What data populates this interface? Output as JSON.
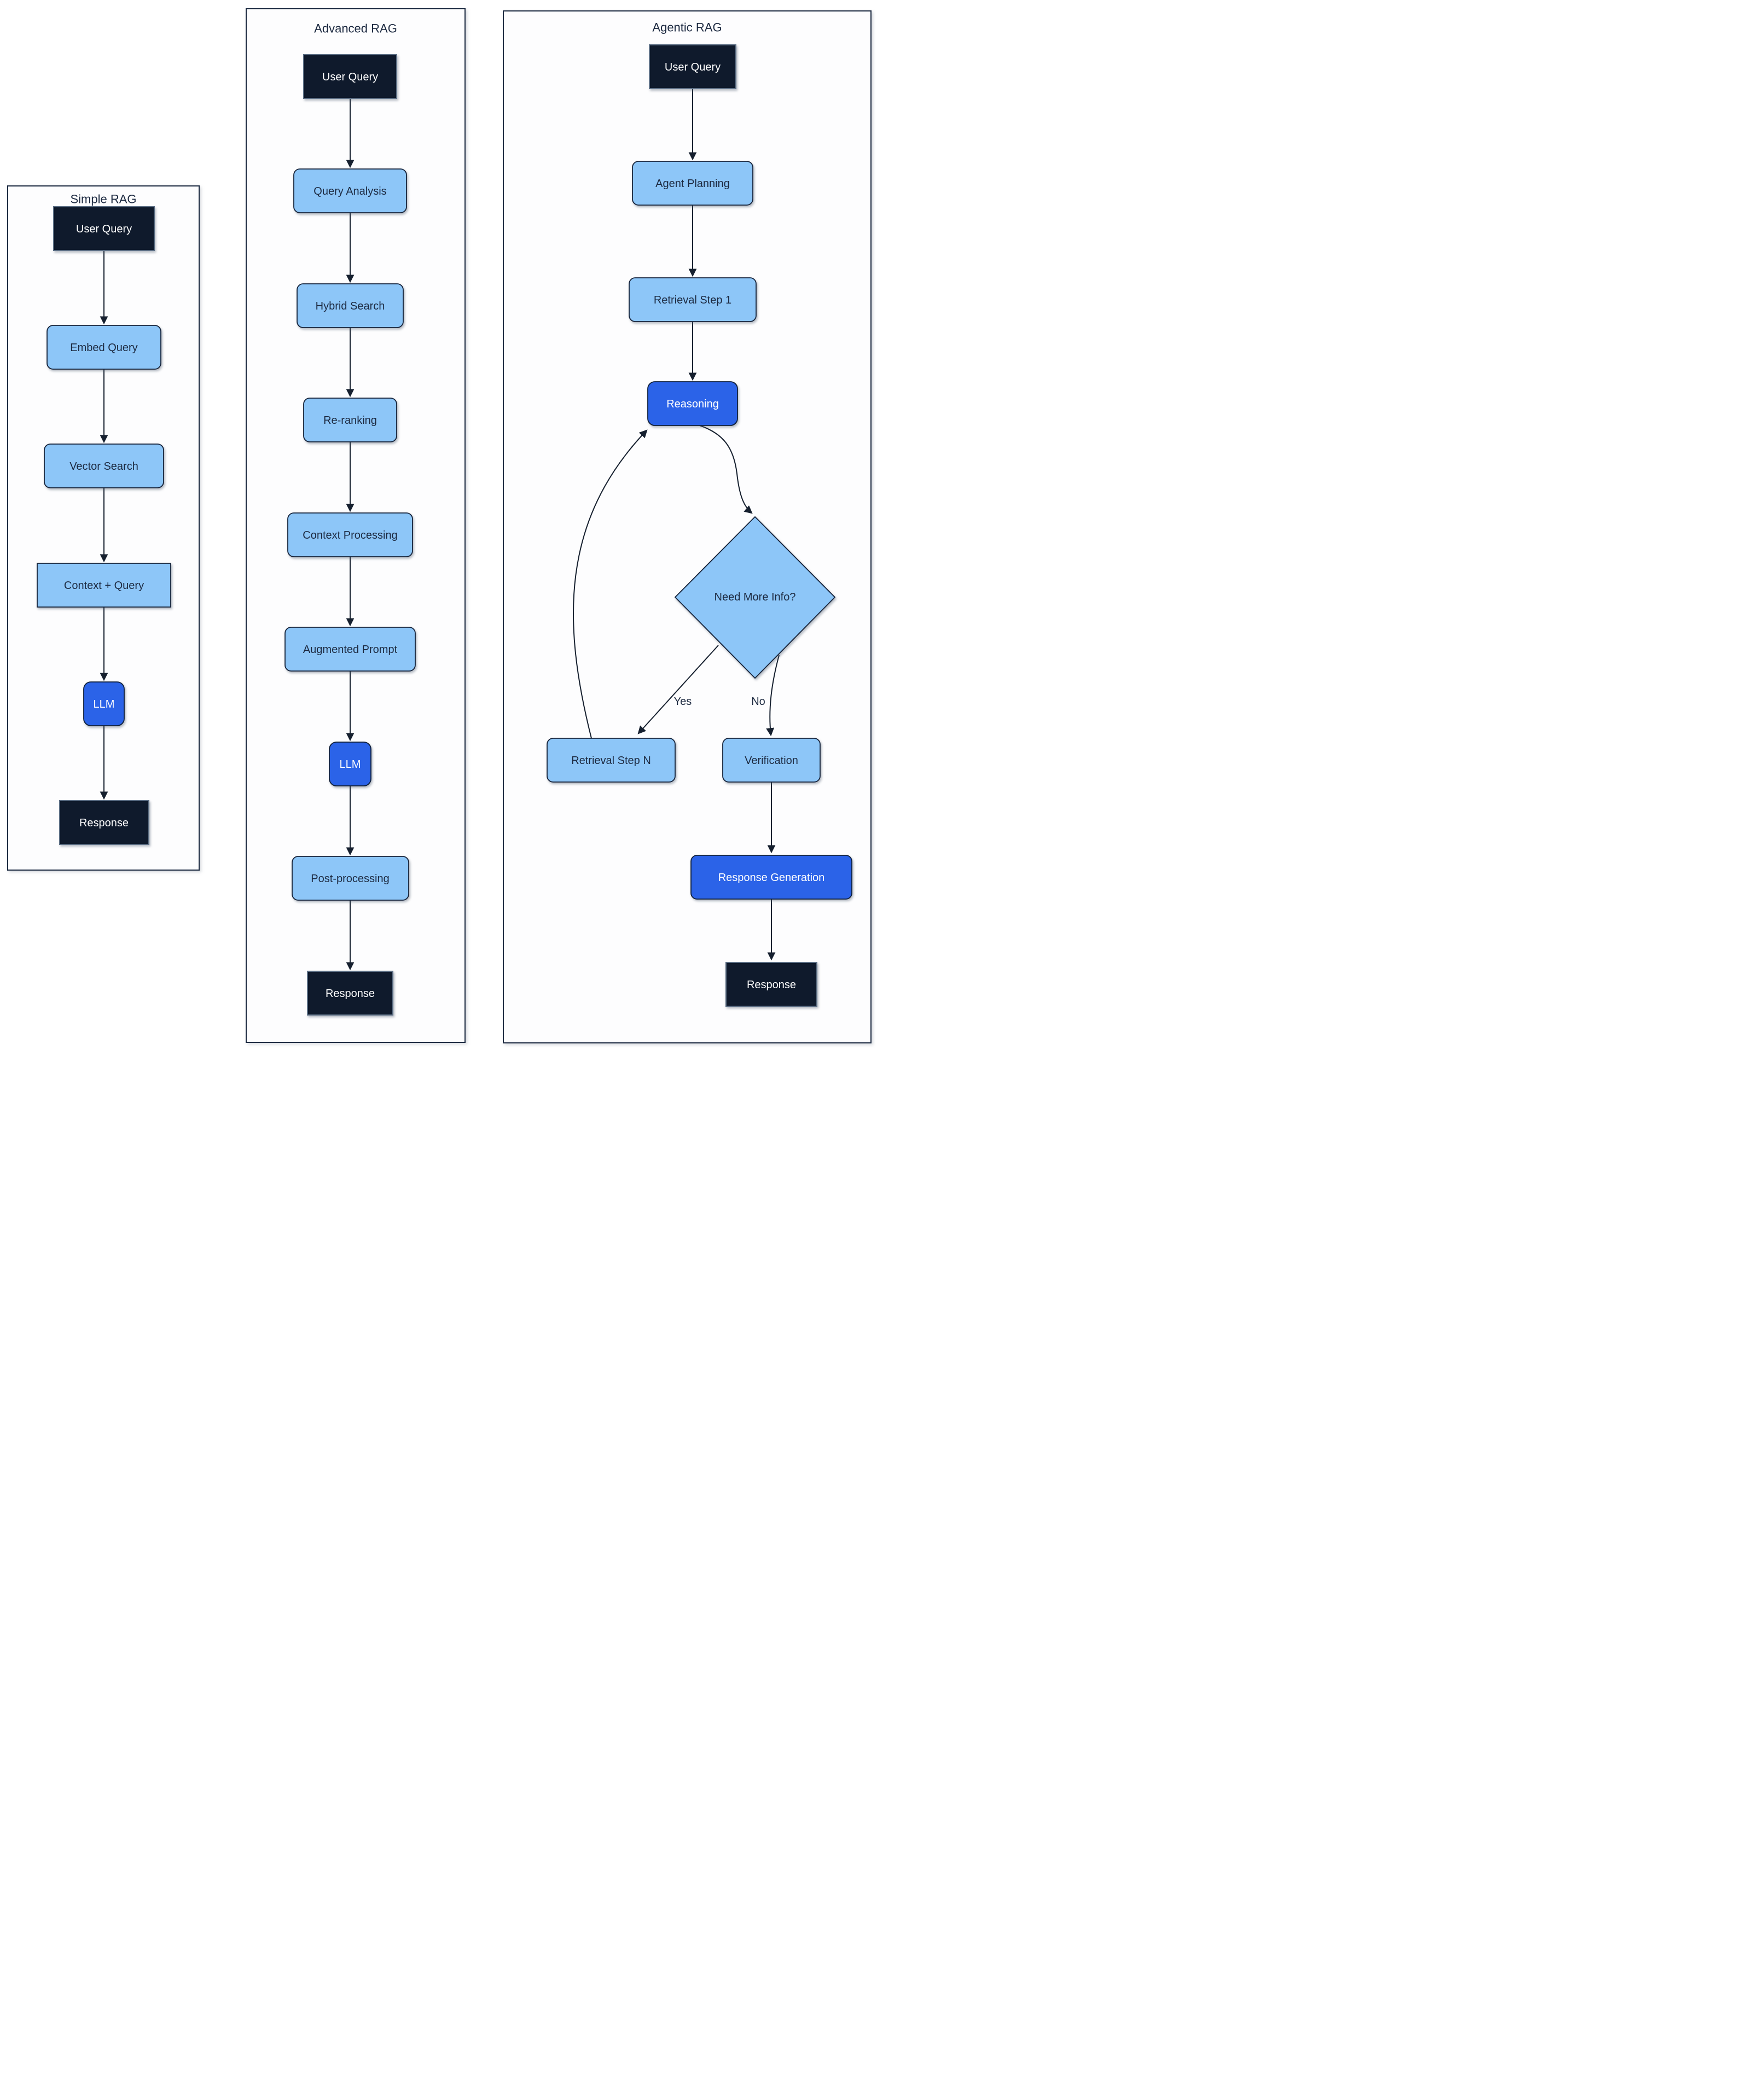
{
  "colors": {
    "panel_border": "#1b2940",
    "dark_node_fill": "#0f1a2c",
    "dark_node_stroke": "#5d6f85",
    "light_node_fill": "#8dc6f8",
    "accent_node_fill": "#2b63e8",
    "node_stroke": "#16233a",
    "arrow": "#16202f",
    "text_dark": "#1c2940",
    "text_light": "#ffffff"
  },
  "panels": {
    "simple": {
      "title": "Simple RAG",
      "nodes": {
        "user_query": "User Query",
        "embed_query": "Embed Query",
        "vector_search": "Vector Search",
        "context_query": "Context + Query",
        "llm": "LLM",
        "response": "Response"
      }
    },
    "advanced": {
      "title": "Advanced RAG",
      "nodes": {
        "user_query": "User Query",
        "query_analysis": "Query Analysis",
        "hybrid_search": "Hybrid Search",
        "re_ranking": "Re-ranking",
        "context_processing": "Context Processing",
        "augmented_prompt": "Augmented Prompt",
        "llm": "LLM",
        "post_processing": "Post-processing",
        "response": "Response"
      }
    },
    "agentic": {
      "title": "Agentic RAG",
      "nodes": {
        "user_query": "User Query",
        "agent_planning": "Agent Planning",
        "retrieval_step_1": "Retrieval Step 1",
        "reasoning": "Reasoning",
        "need_more_info": "Need More Info?",
        "retrieval_step_n": "Retrieval Step N",
        "verification": "Verification",
        "response_generation": "Response Generation",
        "response": "Response"
      },
      "edge_labels": {
        "yes": "Yes",
        "no": "No"
      }
    }
  }
}
